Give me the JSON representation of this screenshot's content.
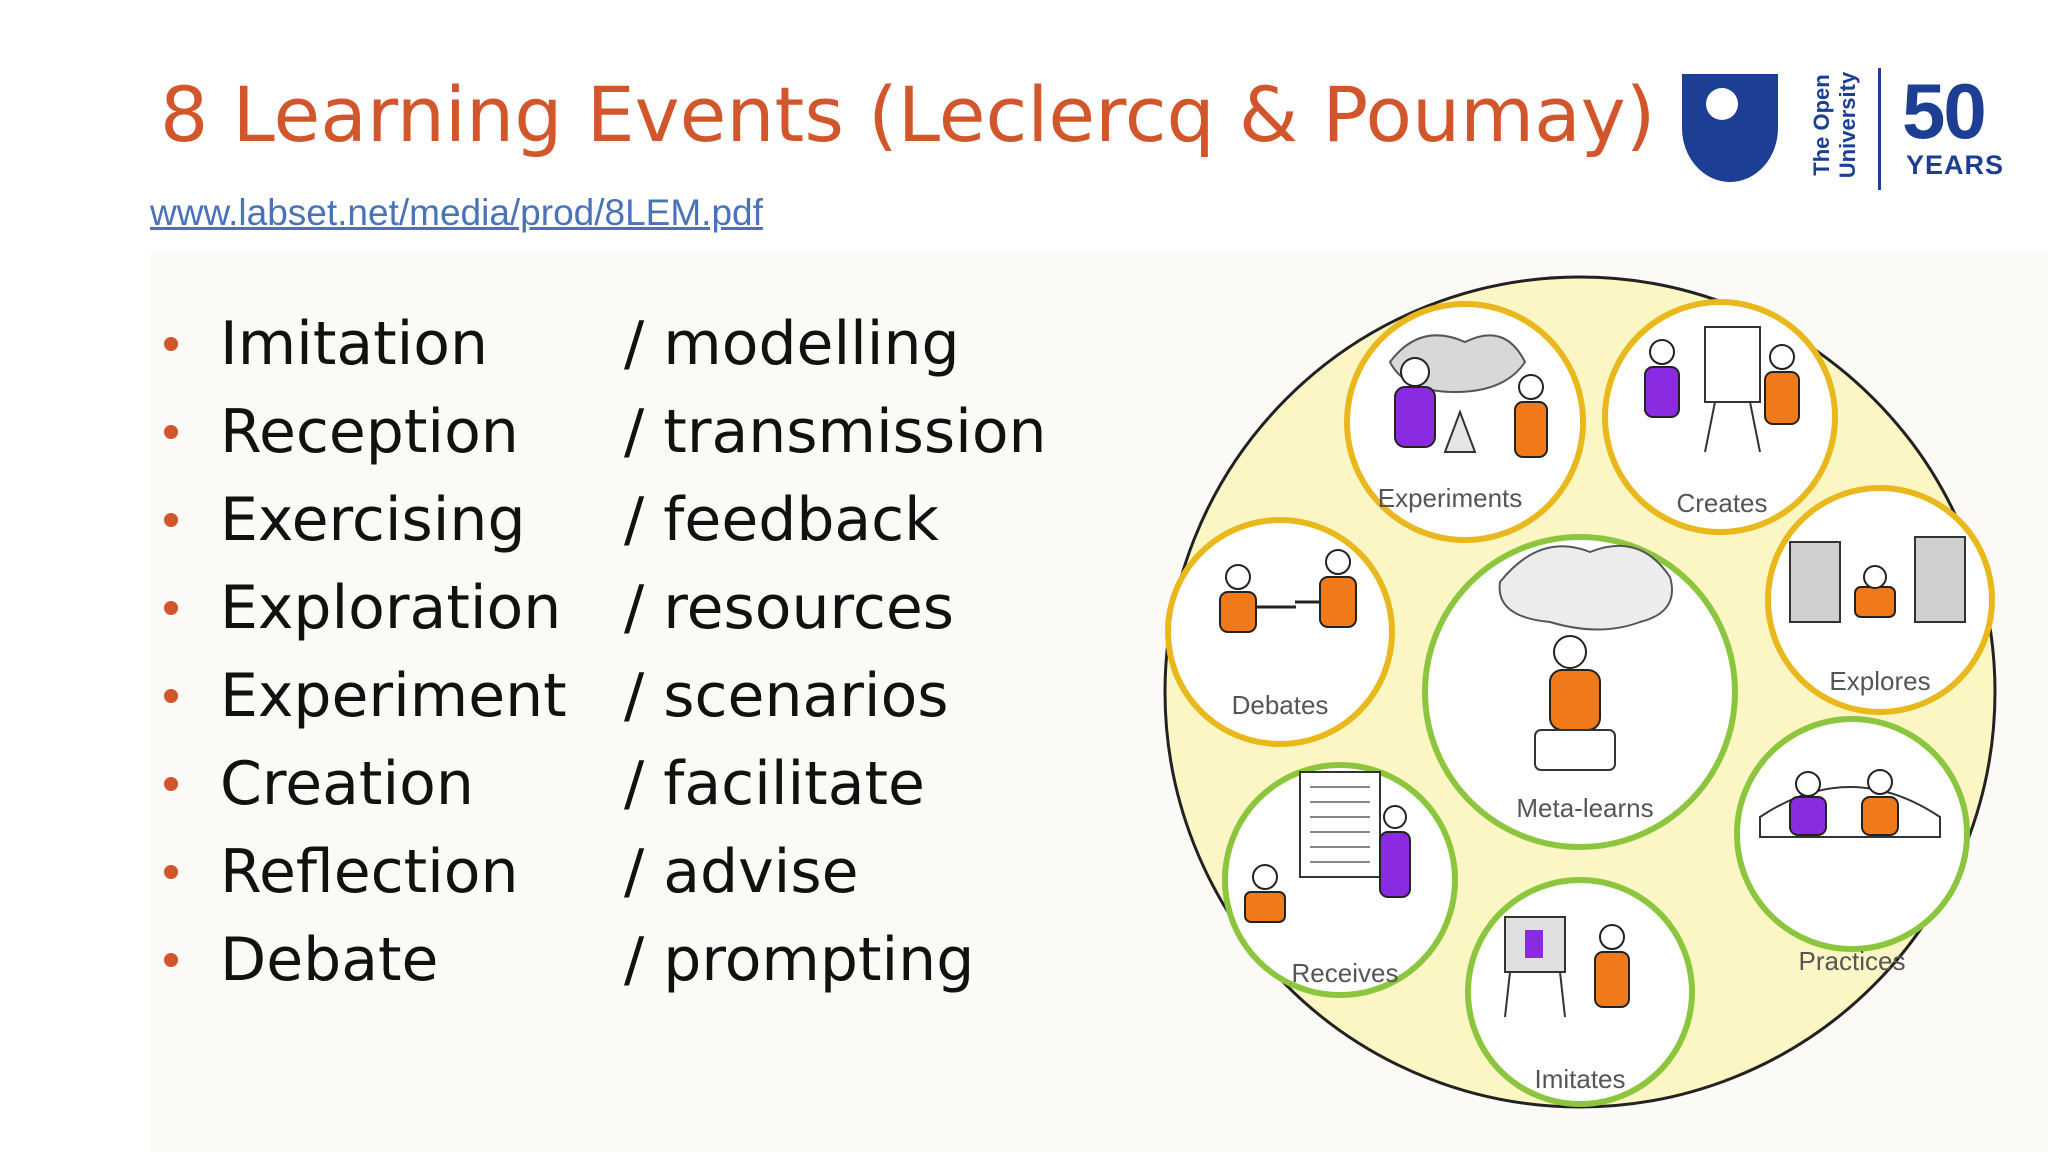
{
  "slide": {
    "title": "8 Learning Events (Leclercq & Poumay)",
    "link": "www.labset.net/media/prod/8LEM.pdf"
  },
  "logo": {
    "line1": "The Open",
    "line2": "University",
    "number": "50",
    "years": "YEARS",
    "color": "#1c3f94"
  },
  "events": [
    {
      "term": "Imitation",
      "role": "/ modelling"
    },
    {
      "term": "Reception",
      "role": "/ transmission"
    },
    {
      "term": "Exercising",
      "role": "/ feedback"
    },
    {
      "term": "Exploration",
      "role": "/ resources"
    },
    {
      "term": "Experiment",
      "role": "/ scenarios"
    },
    {
      "term": "Creation",
      "role": "/ facilitate"
    },
    {
      "term": "Reflection",
      "role": "/ advise"
    },
    {
      "term": "Debate",
      "role": "/ prompting"
    }
  ],
  "diagram": {
    "center": "Meta-learns",
    "outer": [
      "Experiments",
      "Creates",
      "Explores",
      "Practices",
      "Imitates",
      "Receives",
      "Debates"
    ],
    "colors": {
      "fill": "#fbf6c4",
      "ring_yellow": "#e8b81c",
      "ring_green": "#8cc63f",
      "figure_orange": "#f07a1a",
      "figure_purple": "#8a2be2"
    }
  }
}
